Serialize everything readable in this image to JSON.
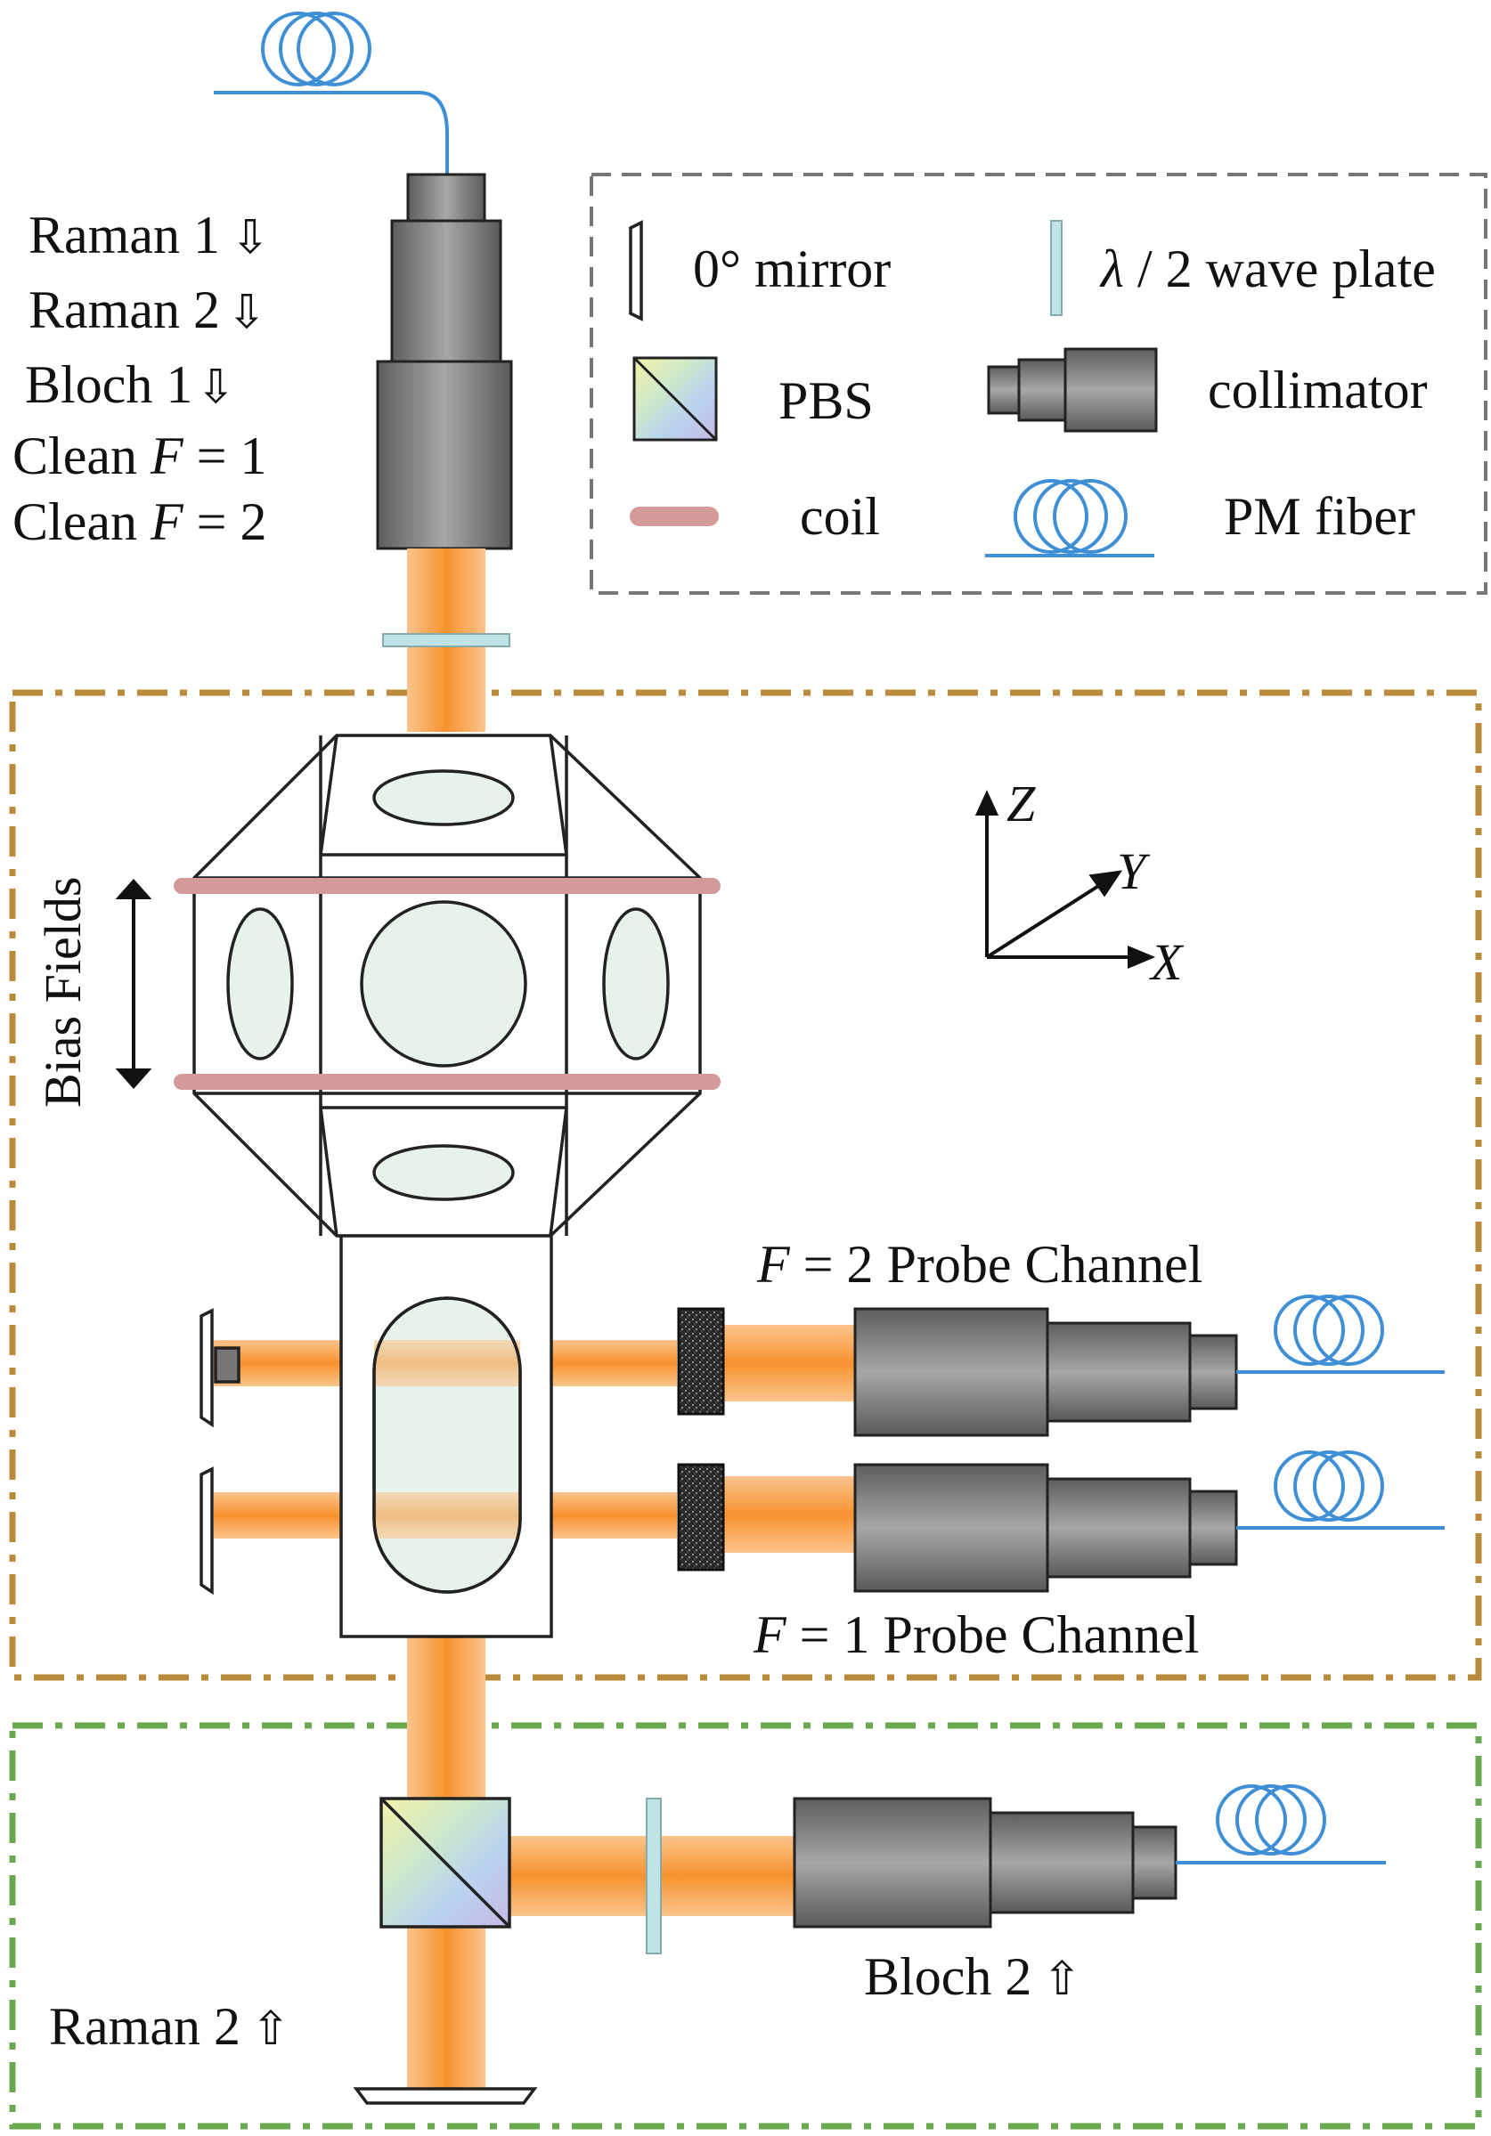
{
  "beam_labels": {
    "raman1": "Raman 1",
    "raman2": "Raman 2",
    "bloch1": "Bloch 1",
    "clean_f1_prefix": "Clean ",
    "clean_f1_var": "F",
    "clean_f1_suffix": " = 1",
    "clean_f2_prefix": "Clean ",
    "clean_f2_var": "F",
    "clean_f2_suffix": " = 2",
    "arrow_down": "⇩",
    "arrow_up": "⇧"
  },
  "legend": {
    "mirror": "0° mirror",
    "waveplate_lambda": "λ",
    "waveplate_rest": " / 2 wave plate",
    "pbs": "PBS",
    "collimator": "collimator",
    "coil": "coil",
    "pm_fiber": "PM fiber"
  },
  "bias_fields": "Bias Fields",
  "axes": {
    "z": "Z",
    "y": "Y",
    "x": "X"
  },
  "probe": {
    "f2_var": "F",
    "f2_rest": " = 2 Probe Channel",
    "f1_var": "F",
    "f1_rest": " = 1 Probe Channel"
  },
  "bottom": {
    "bloch2": "Bloch 2",
    "raman2": "Raman 2"
  },
  "colors": {
    "beam": "#f7922f",
    "beam_light": "#fbc48c",
    "fiber": "#3f8fd6",
    "coil": "#d49a9a",
    "glass": "#e7f2ea",
    "box_brown": "#b98a3a",
    "box_green": "#6aa84f",
    "legend_border": "#777777",
    "waveplate": "#bfe3e6"
  }
}
